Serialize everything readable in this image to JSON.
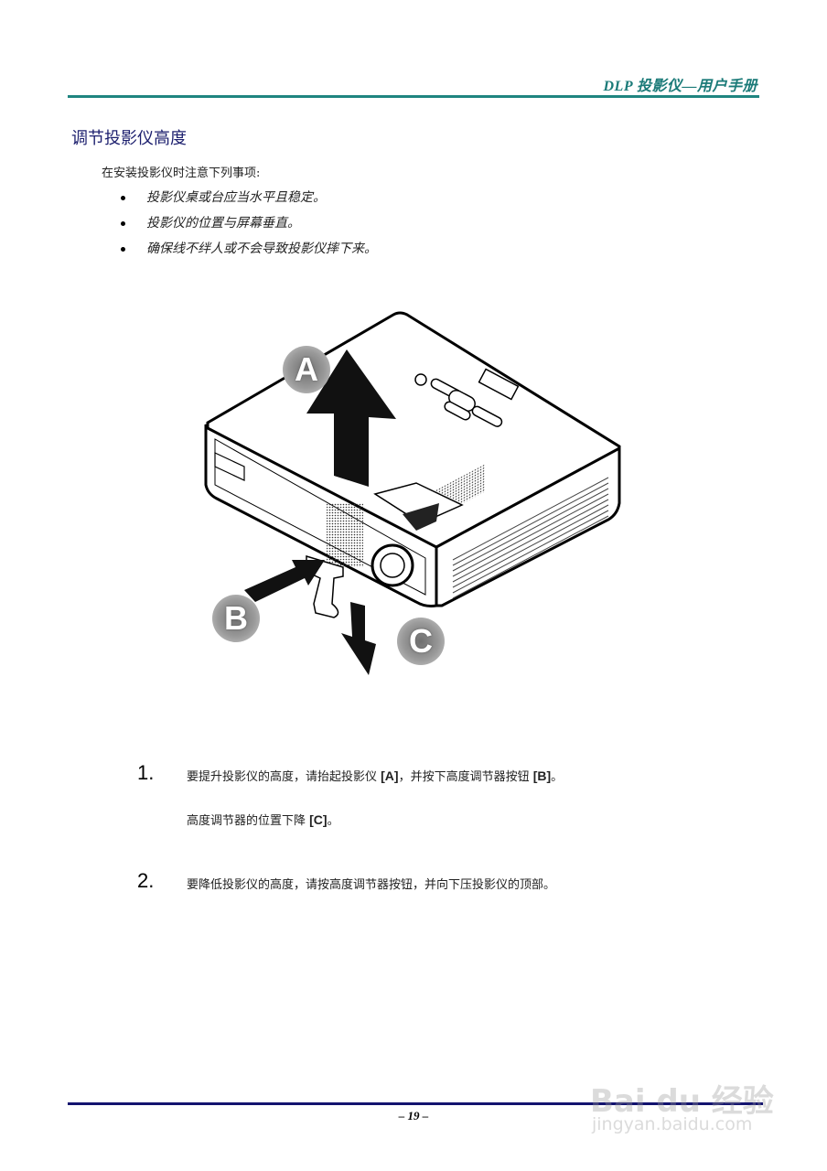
{
  "header": {
    "title": "DLP 投影仪—用户手册",
    "rule_color": "#1f8580",
    "title_color": "#1a7a78"
  },
  "section": {
    "title": "调节投影仪高度",
    "title_color": "#1c1f6e",
    "intro": "在安装投影仪时注意下列事项:",
    "bullets": [
      "投影仪桌或台应当水平且稳定。",
      "投影仪的位置与屏幕垂直。",
      "确保线不绊人或不会导致投影仪摔下来。"
    ]
  },
  "figure": {
    "description": "projector height adjustment illustration",
    "labels": [
      "A",
      "B",
      "C"
    ]
  },
  "steps": [
    {
      "number": "1.",
      "text_before_a": "要提升投影仪的高度，请抬起投影仪 ",
      "ref_a": "[A]",
      "text_mid": "，并按下高度调节器按钮 ",
      "ref_b": "[B]",
      "text_end": "。",
      "sub_before": "高度调节器的位置下降 ",
      "ref_c": "[C]",
      "sub_end": "。"
    },
    {
      "number": "2.",
      "text": "要降低投影仪的高度，请按高度调节器按钮，并向下压投影仪的顶部。"
    }
  ],
  "footer": {
    "page_number": "– 19 –",
    "rule_color": "#13136f"
  },
  "watermark": {
    "logo": "Bai du 经验",
    "url": "jingyan.baidu.com"
  }
}
